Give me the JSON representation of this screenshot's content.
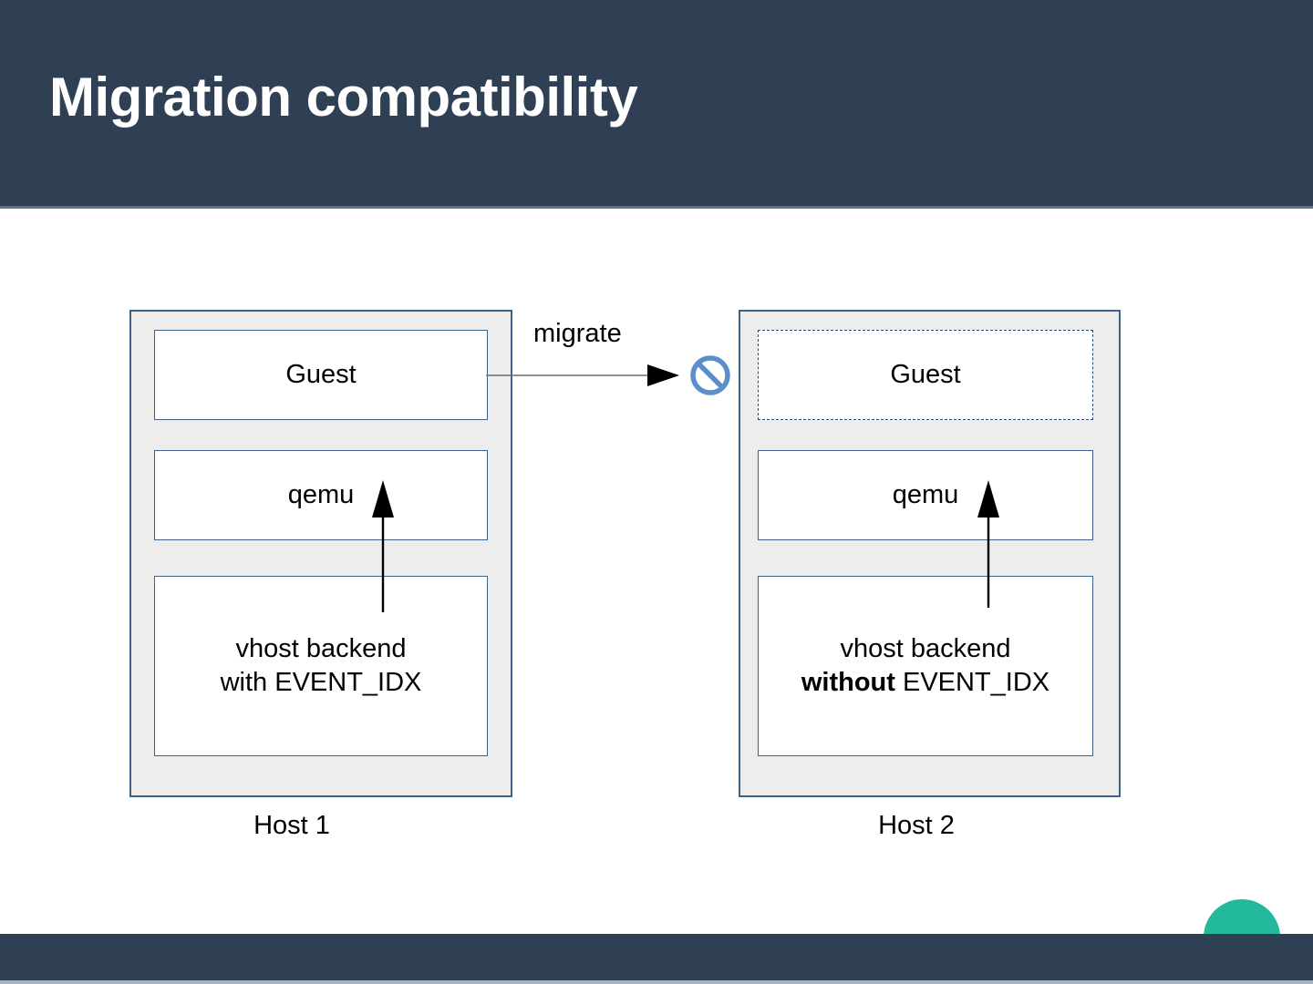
{
  "slide": {
    "title": "Migration compatibility",
    "header_color": "#2f4054",
    "accent_color": "#22b99a",
    "background_color": "#ffffff"
  },
  "diagram": {
    "type": "architecture-diagram",
    "edge_label": "migrate",
    "blocked_icon": "prohibition-icon",
    "blocked_icon_color": "#5b8fc9",
    "box_border_color": "#3f6387",
    "host_fill_color": "#ededed",
    "hosts": [
      {
        "id": "host-1",
        "caption": "Host 1",
        "layers": [
          {
            "name": "guest",
            "label": "Guest",
            "border_style": "solid"
          },
          {
            "name": "qemu",
            "label": "qemu",
            "border_style": "solid"
          },
          {
            "name": "vhost-backend",
            "label_line_1": "vhost backend",
            "label_line_2_prefix": "with",
            "label_line_2_prefix_bold": false,
            "label_line_2_suffix": " EVENT_IDX",
            "border_style": "solid"
          }
        ]
      },
      {
        "id": "host-2",
        "caption": "Host 2",
        "layers": [
          {
            "name": "guest",
            "label": "Guest",
            "border_style": "dashed"
          },
          {
            "name": "qemu",
            "label": "qemu",
            "border_style": "solid"
          },
          {
            "name": "vhost-backend",
            "label_line_1": "vhost backend",
            "label_line_2_prefix": "without",
            "label_line_2_prefix_bold": true,
            "label_line_2_suffix": " EVENT_IDX",
            "border_style": "solid"
          }
        ]
      }
    ]
  }
}
